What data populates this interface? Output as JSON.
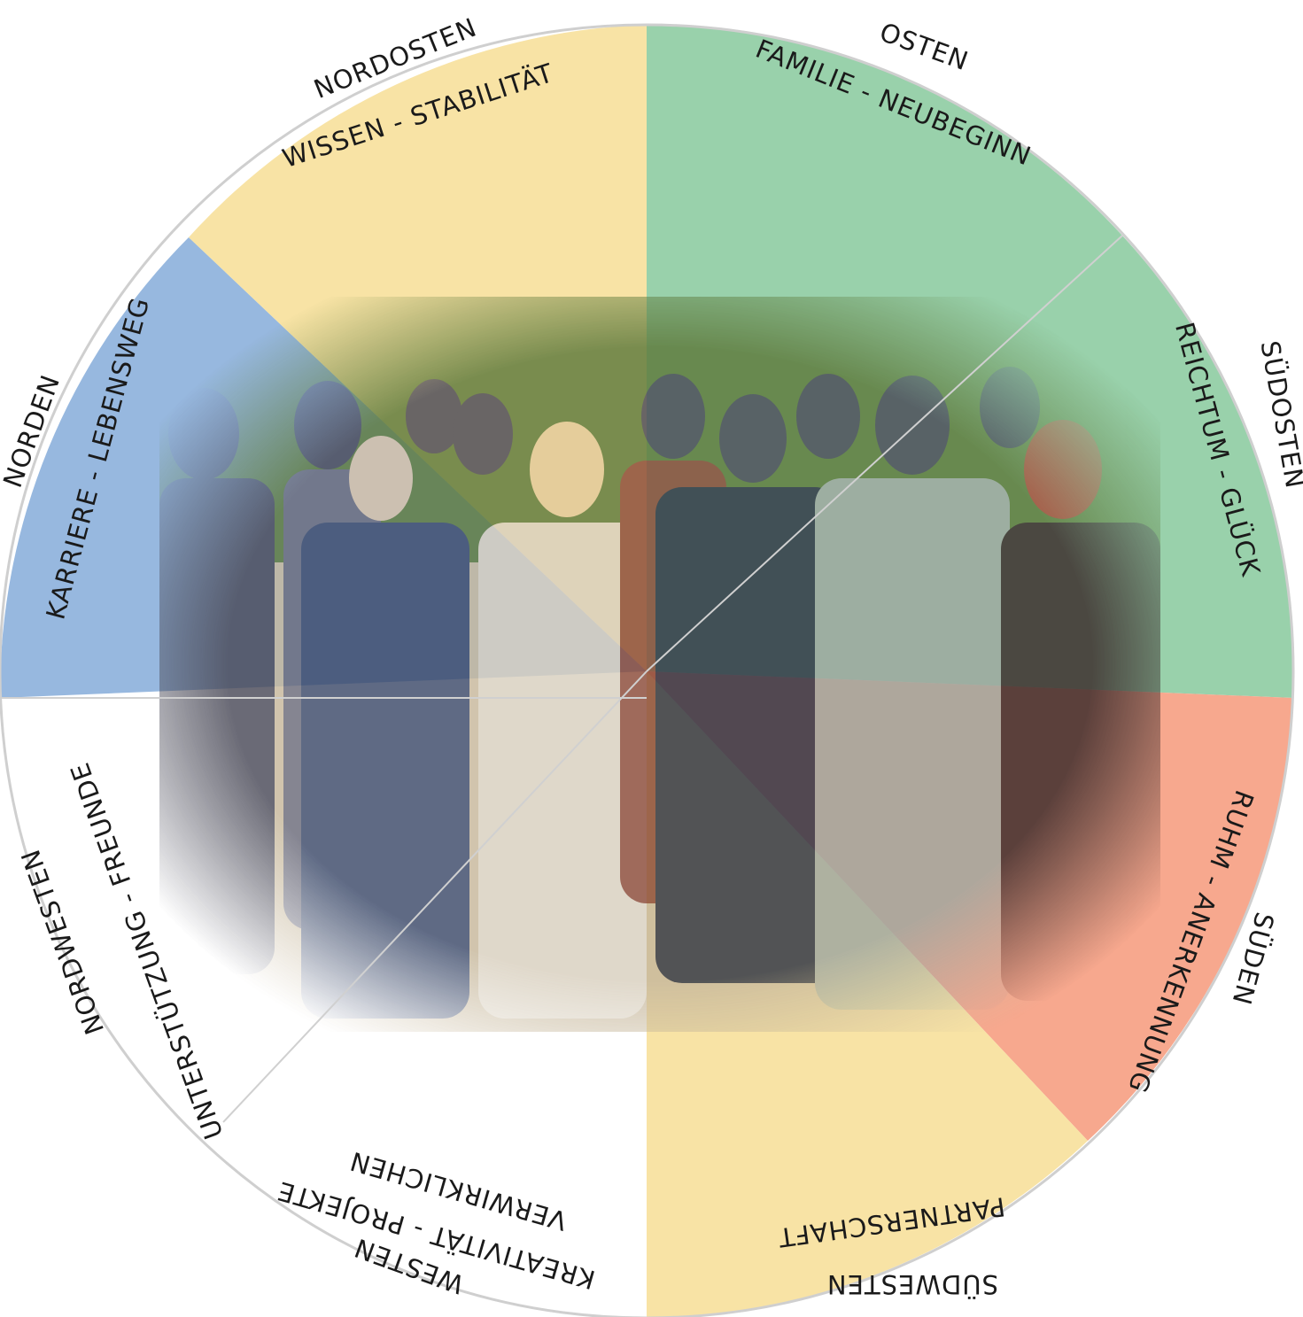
{
  "wheel": {
    "sectors": [
      {
        "id": "osten",
        "direction": "OSTEN",
        "theme": "FAMILIE - NEUBEGINN",
        "color": "#99d1ab"
      },
      {
        "id": "suedosten",
        "direction": "SÜDOSTEN",
        "theme": "REICHTUM - GLÜCK",
        "color": "#99d1ab"
      },
      {
        "id": "sueden",
        "direction": "SÜDEN",
        "theme": "RUHM - ANERKENNUNG",
        "color": "#f7a88e"
      },
      {
        "id": "suedwesten",
        "direction": "SÜDWESTEN",
        "theme": "PARTNERSCHAFT",
        "color": "#f8e3a5"
      },
      {
        "id": "westen",
        "direction": "WESTEN",
        "theme": "KREATIVITÄT - PROJEKTE",
        "theme2": "VERWIRKLICHEN",
        "color": "#ffffff"
      },
      {
        "id": "nordwesten",
        "direction": "NORDWESTEN",
        "theme": "UNTERSTÜTZUNG - FREUNDE",
        "color": "#ffffff"
      },
      {
        "id": "norden",
        "direction": "NORDEN",
        "theme": "KARRIERE - LEBENSWEG",
        "color": "#97b8df"
      },
      {
        "id": "nordosten",
        "direction": "NORDOSTEN",
        "theme": "WISSEN - STABILITÄT",
        "color": "#f8e3a5"
      }
    ],
    "photo": {
      "subject": "group-photo-of-team",
      "hedge_color": "#5e7a3c",
      "ground_color": "#c7b89c"
    }
  }
}
